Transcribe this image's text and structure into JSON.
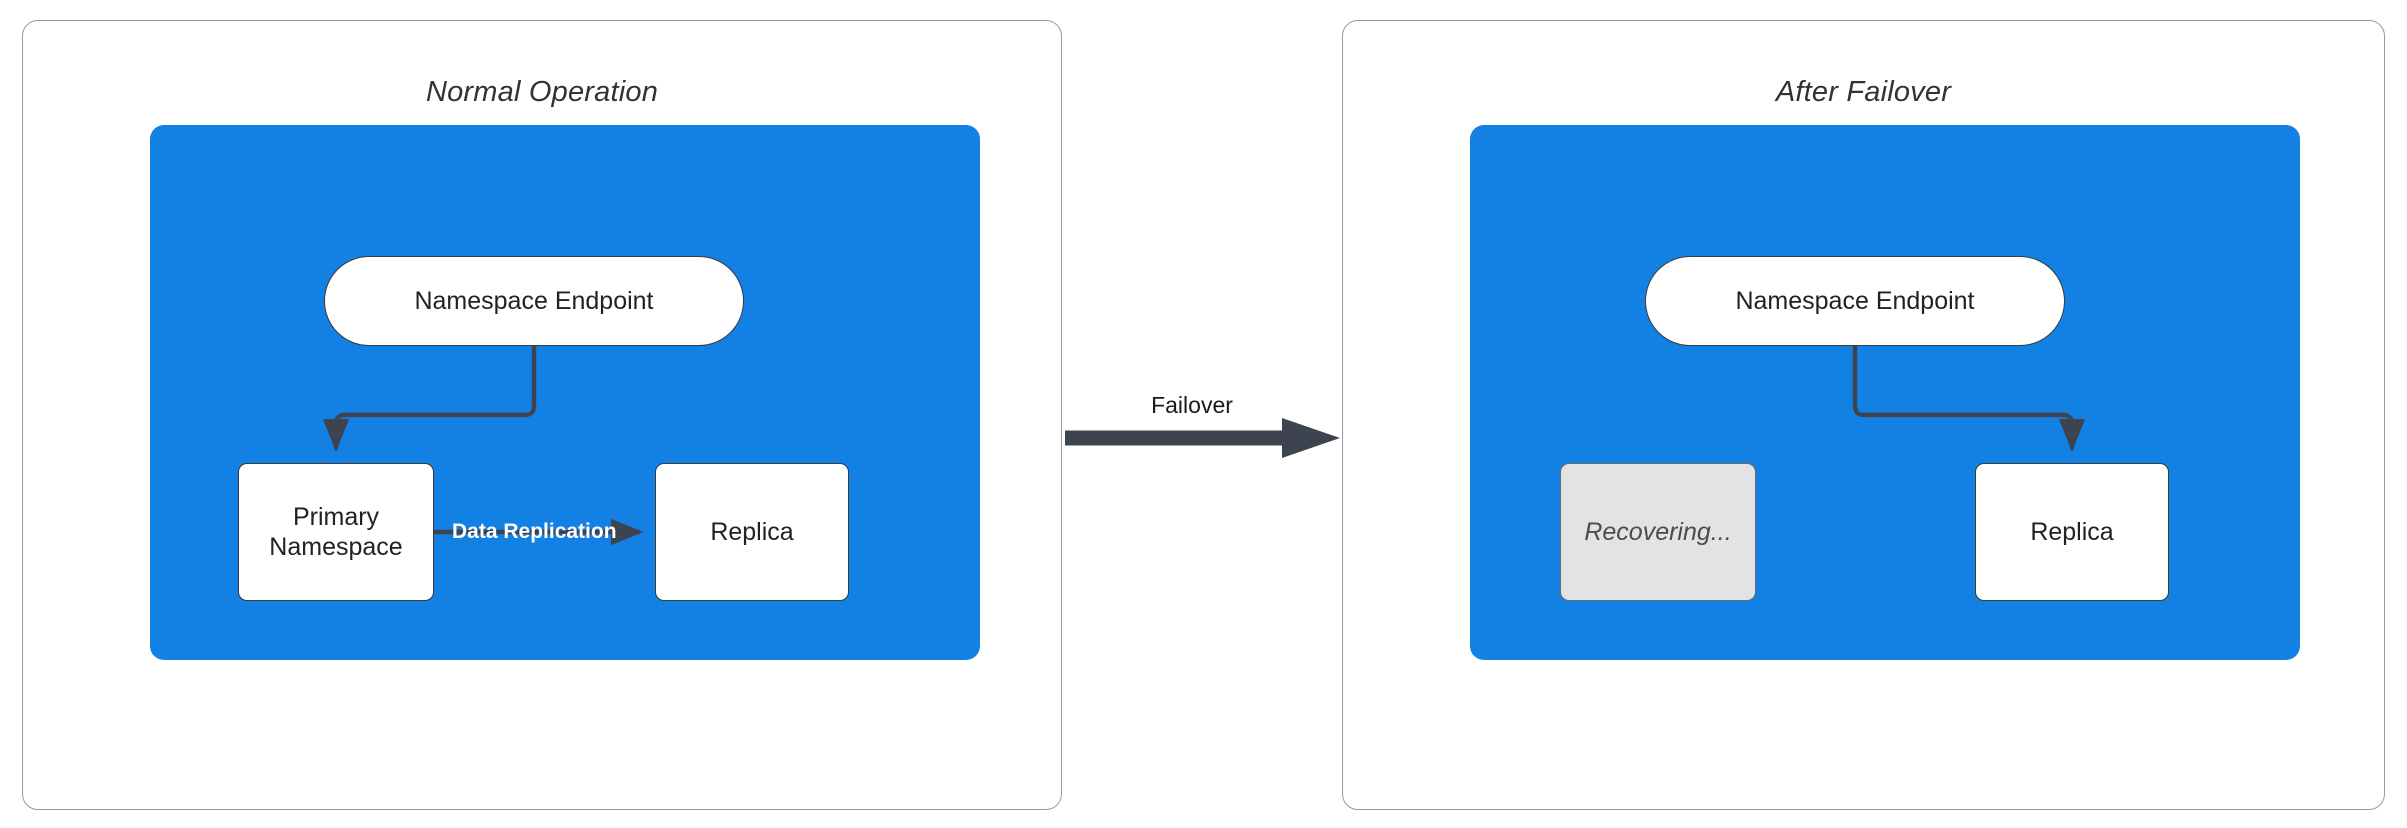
{
  "diagram": {
    "title_left": "Normal Operation",
    "title_right": "After Failover",
    "accent_blue": "#1380e3",
    "line_color": "#3d4450",
    "muted_fill": "#e1e3e5",
    "panel_border": "#9a9a9a"
  },
  "left_panel": {
    "title": "Normal Operation",
    "nodes": {
      "endpoint": "Namespace Endpoint",
      "primary": "Primary\nNamespace",
      "primary_line1": "Primary",
      "primary_line2": "Namespace",
      "replica": "Replica"
    },
    "edges": {
      "endpoint_to_primary": "",
      "data_replication": "Data Replication"
    }
  },
  "right_panel": {
    "title": "After Failover",
    "nodes": {
      "endpoint": "Namespace Endpoint",
      "recovering": "Recovering...",
      "replica": "Replica"
    },
    "edges": {
      "endpoint_to_replica": ""
    }
  },
  "transition": {
    "label": "Failover"
  }
}
